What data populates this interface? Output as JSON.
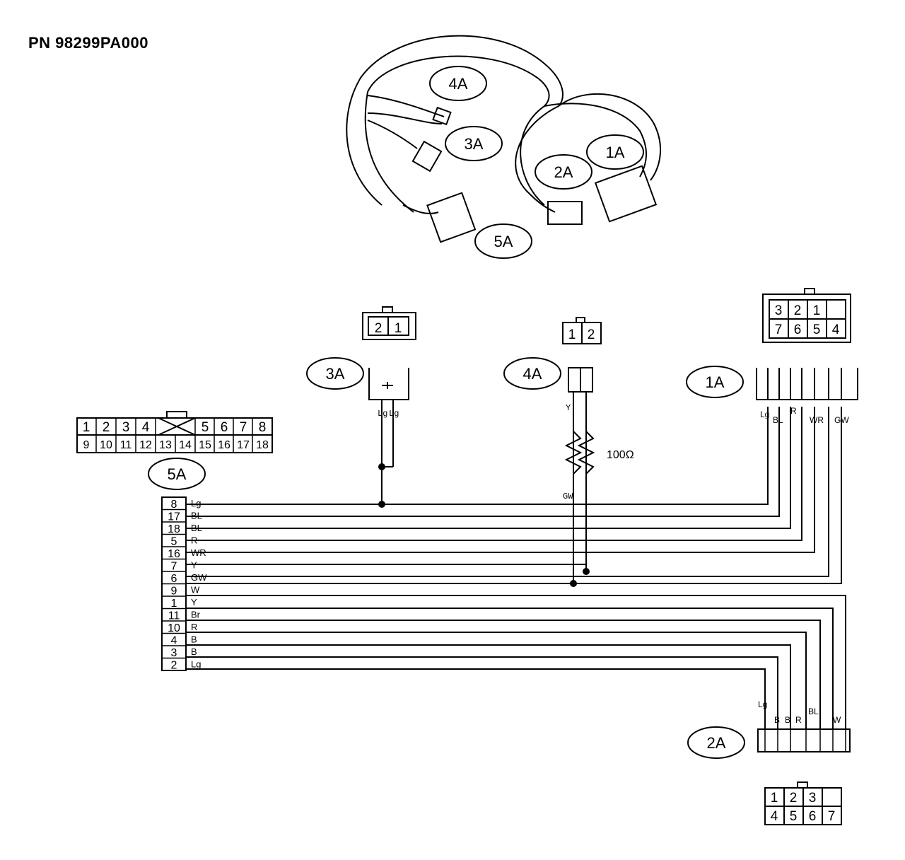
{
  "header": {
    "part_number": "PN  98299PA000"
  },
  "harness_callouts": [
    "4A",
    "3A",
    "1A",
    "2A",
    "5A"
  ],
  "connectors": {
    "c3A": {
      "id": "3A",
      "face": [
        [
          "2",
          "1"
        ]
      ]
    },
    "c4A": {
      "id": "4A",
      "face": [
        [
          "1",
          "2"
        ]
      ]
    },
    "c1A": {
      "id": "1A",
      "face": [
        [
          "3",
          "2",
          "1"
        ],
        [
          "7",
          "6",
          "5",
          "4"
        ]
      ]
    },
    "c5A": {
      "id": "5A",
      "face": [
        [
          "1",
          "2",
          "3",
          "4",
          "",
          "5",
          "6",
          "7",
          "8"
        ],
        [
          "9",
          "10",
          "11",
          "12",
          "13",
          "14",
          "15",
          "16",
          "17",
          "18"
        ]
      ]
    },
    "c2A": {
      "id": "2A",
      "face": [
        [
          "1",
          "2",
          "3"
        ],
        [
          "4",
          "5",
          "6",
          "7"
        ]
      ]
    }
  },
  "resistor": {
    "value": "100Ω"
  },
  "pins_5A": [
    "8",
    "17",
    "18",
    "5",
    "16",
    "7",
    "6",
    "9",
    "1",
    "11",
    "10",
    "4",
    "3",
    "2"
  ],
  "wires_5A": [
    "Lg",
    "BL",
    "BL",
    "R",
    "WR",
    "Y",
    "GW",
    "W",
    "Y",
    "Br",
    "R",
    "B",
    "B",
    "Lg"
  ],
  "wires_3A": [
    "Lg",
    "Lg"
  ],
  "wires_4A": [
    "Y",
    "GW"
  ],
  "wires_1A": [
    "Lg",
    "BL",
    "R",
    "WR",
    "GW"
  ],
  "wires_2A": [
    "Lg",
    "B",
    "B",
    "R",
    "BL",
    "W"
  ]
}
